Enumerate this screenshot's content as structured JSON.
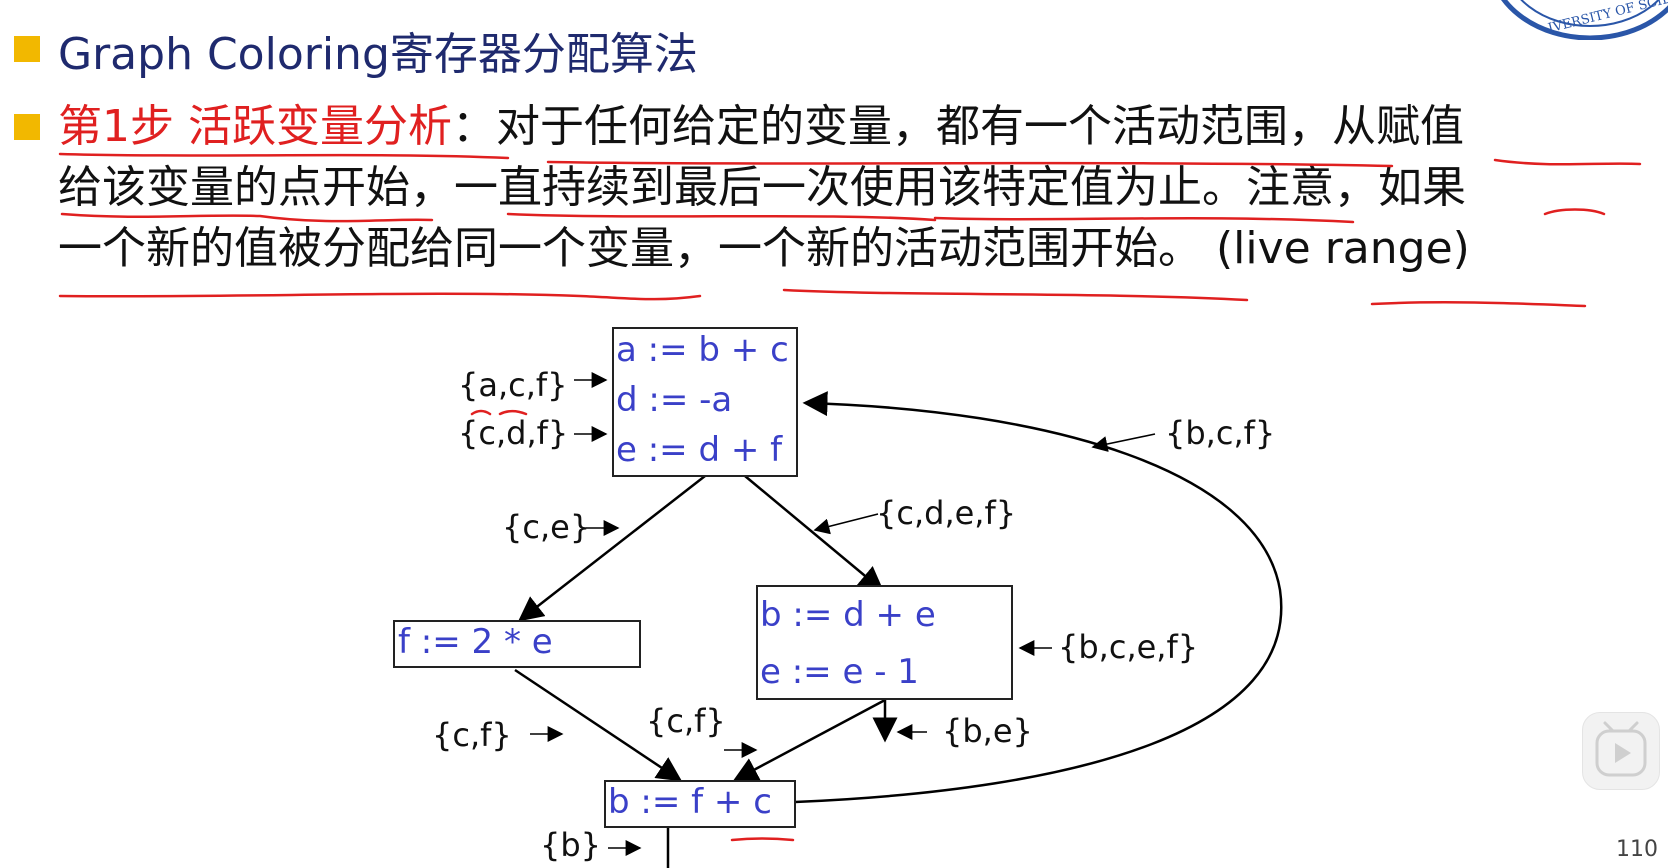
{
  "slide": {
    "title": "Graph Coloring寄存器分配算法",
    "step_label": "第1步  活跃变量分析",
    "line1_rest": "：对于任何给定的变量，都有一个活动范围，从赋值",
    "line2": "给该变量的点开始，一直持续到最后一次使用该特定值为止。注意，如果",
    "line3": "一个新的值被分配给同一个变量，一个新的活动范围开始。  (live range)",
    "page_number": "110"
  },
  "diagram": {
    "block_top": [
      "a := b + c",
      "d := -a",
      "e := d + f"
    ],
    "block_left": [
      "f := 2 * e"
    ],
    "block_right": [
      "b := d + e",
      "e := e - 1"
    ],
    "block_bottom": [
      "b := f + c"
    ],
    "sets": {
      "top_in1": "{a,c,f}",
      "top_in2": "{c,d,f}",
      "loop": "{b,c,f}",
      "top_out_left": "{c,e}",
      "top_out_right": "{c,d,e,f}",
      "right_in": "{b,c,e,f}",
      "left_out": "{c,f}",
      "mid_out": "{c,f}",
      "right_out": "{b,e}",
      "bottom_out": "{b}"
    }
  },
  "colors": {
    "title": "#1f2a6e",
    "accent_red": "#e02020",
    "code_blue": "#3a40c8",
    "bullet": "#f2b800"
  }
}
